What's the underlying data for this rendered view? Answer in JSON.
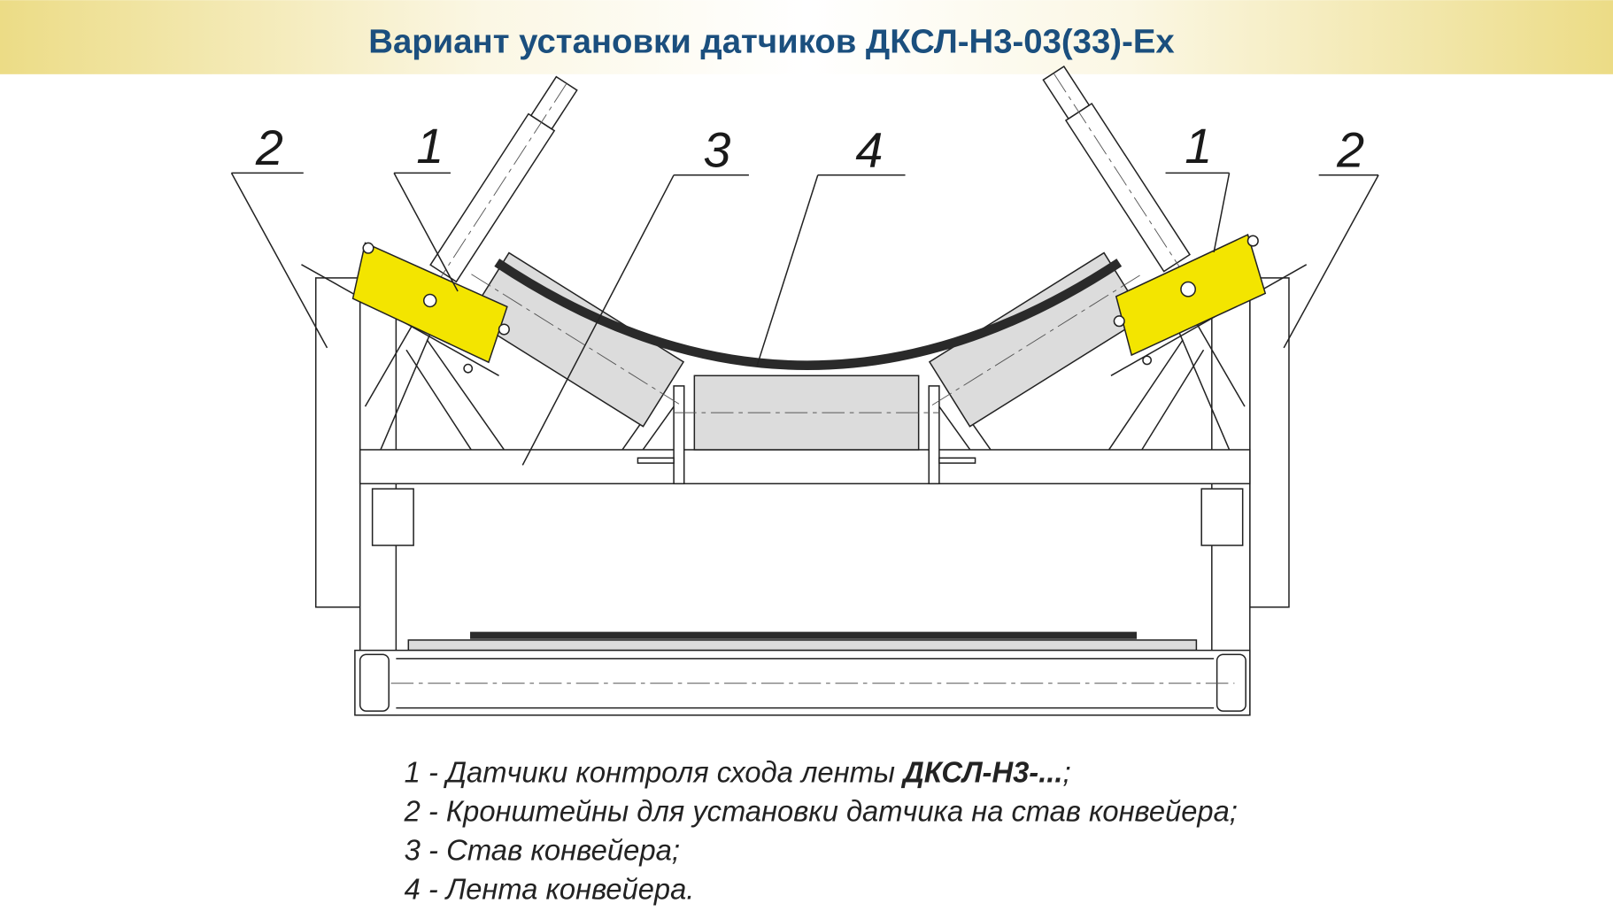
{
  "title": "Вариант установки датчиков ДКСЛ-Н3-03(33)-Ex",
  "callouts": {
    "left_bracket": "2",
    "left_sensor": "1",
    "frame": "3",
    "belt": "4",
    "right_sensor": "1",
    "right_bracket": "2"
  },
  "legend": [
    {
      "prefix": "1 - Датчики контроля схода ленты ",
      "bold": "ДКСЛ-Н3-...",
      "suffix": ";"
    },
    {
      "prefix": "2 - Кронштейны для установки датчика на став конвейера;"
    },
    {
      "prefix": "3 - Став конвейера;"
    },
    {
      "prefix": "4 - Лента конвейера."
    }
  ],
  "colors": {
    "title": "#1b4f7e",
    "sensor": "#f3e500",
    "header_band": "#ecdd8a"
  }
}
